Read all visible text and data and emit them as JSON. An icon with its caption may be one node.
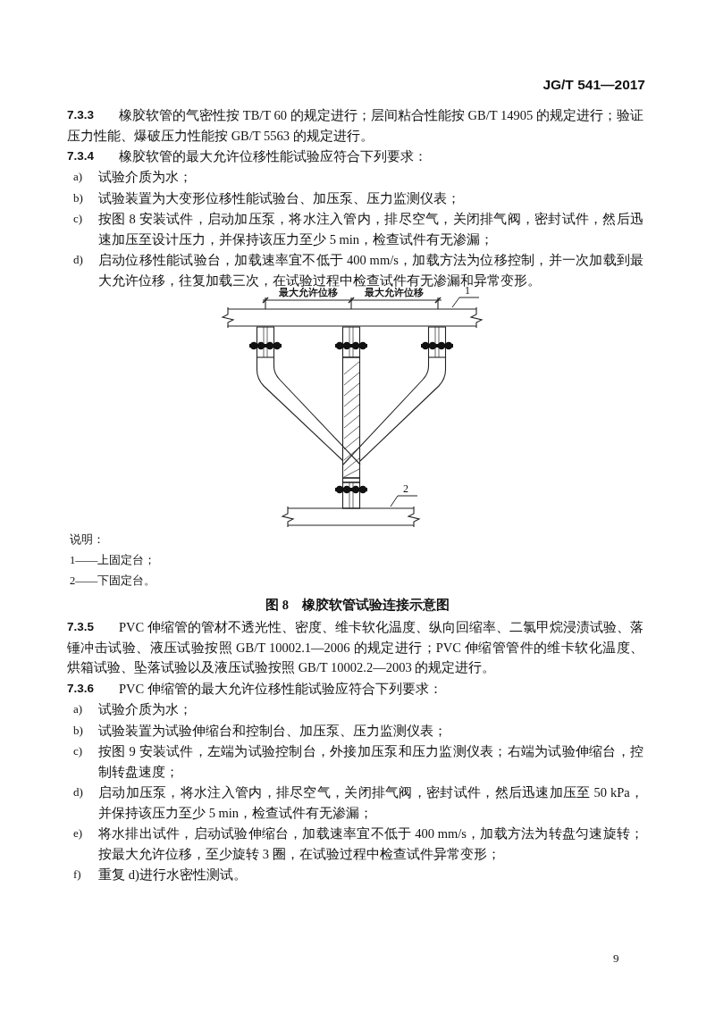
{
  "diagram": {
    "caption": "图 8　橡胶软管试验连接示意图",
    "nodes": [
      {
        "text": [
          "1"
        ]
      },
      {
        "text": [],
        "shape": "bar"
      },
      {
        "text": [
          "2"
        ]
      },
      {
        "text": [],
        "shape": "bar"
      }
    ],
    "edges": [
      {
        "from": 0,
        "to": 1,
        "arrow": "none"
      },
      {
        "from": 2,
        "to": 3,
        "arrow": "none"
      }
    ],
    "labels": [
      "JG/T 541—2017",
      "7.3.3",
      "橡胶软管的气密性按 TB/T 60 的规定进行；层间粘合性能按 GB/T 14905 的规定进行；验证压力性能、爆破压力性能按 GB/T 5563 的规定进行。",
      "7.3.4",
      "橡胶软管的最大允许位移性能试验应符合下列要求：",
      "a)",
      "试验介质为水；",
      "b)",
      "试验装置为大变形位移性能试验台、加压泵、压力监测仪表；",
      "c)",
      "按图 8 安装试件，启动加压泵，将水注入管内，排尽空气，关闭排气阀，密封试件，然后迅速加压至设计压力，并保持该压力至少 5 min，检查试件有无渗漏；",
      "d)",
      "启动位移性能试验台，加载速率宜不低于 400 mm/s，加载方法为位移控制，并一次加载到最大允许位移，往复加载三次，在试验过程中检查试件有无渗漏和异常变形。",
      "最大允许位移",
      "最大允许位移",
      "说明：",
      "1——上固定台；",
      "2——下固定台。",
      "7.3.5",
      "PVC 伸缩管的管材不透光性、密度、维卡软化温度、纵向回缩率、二氯甲烷浸渍试验、落锤冲击试验、液压试验按照 GB/T 10002.1—2006 的规定进行；PVC 伸缩管管件的维卡软化温度、烘箱试验、坠落试验以及液压试验按照 GB/T 10002.2—2003 的规定进行。",
      "7.3.6",
      "PVC 伸缩管的最大允许位移性能试验应符合下列要求：",
      "a)",
      "试验介质为水；",
      "b)",
      "试验装置为试验伸缩台和控制台、加压泵、压力监测仪表；",
      "c)",
      "按图 9 安装试件，左端为试验控制台，外接加压泵和压力监测仪表；右端为试验伸缩台，控制转盘速度；",
      "d)",
      "启动加压泵，将水注入管内，排尽空气，关闭排气阀，密封试件，然后迅速加压至 50 kPa，并保持该压力至少 5 min，检查试件有无渗漏；",
      "e)",
      "将水排出试件，启动试验伸缩台，加载速率宜不低于 400 mm/s，加载方法为转盘匀速旋转；按最大允许位移，至少旋转 3 圈，在试验过程中检查试件异常变形；",
      "f)",
      "重复 d)进行水密性测试。",
      "9"
    ]
  }
}
